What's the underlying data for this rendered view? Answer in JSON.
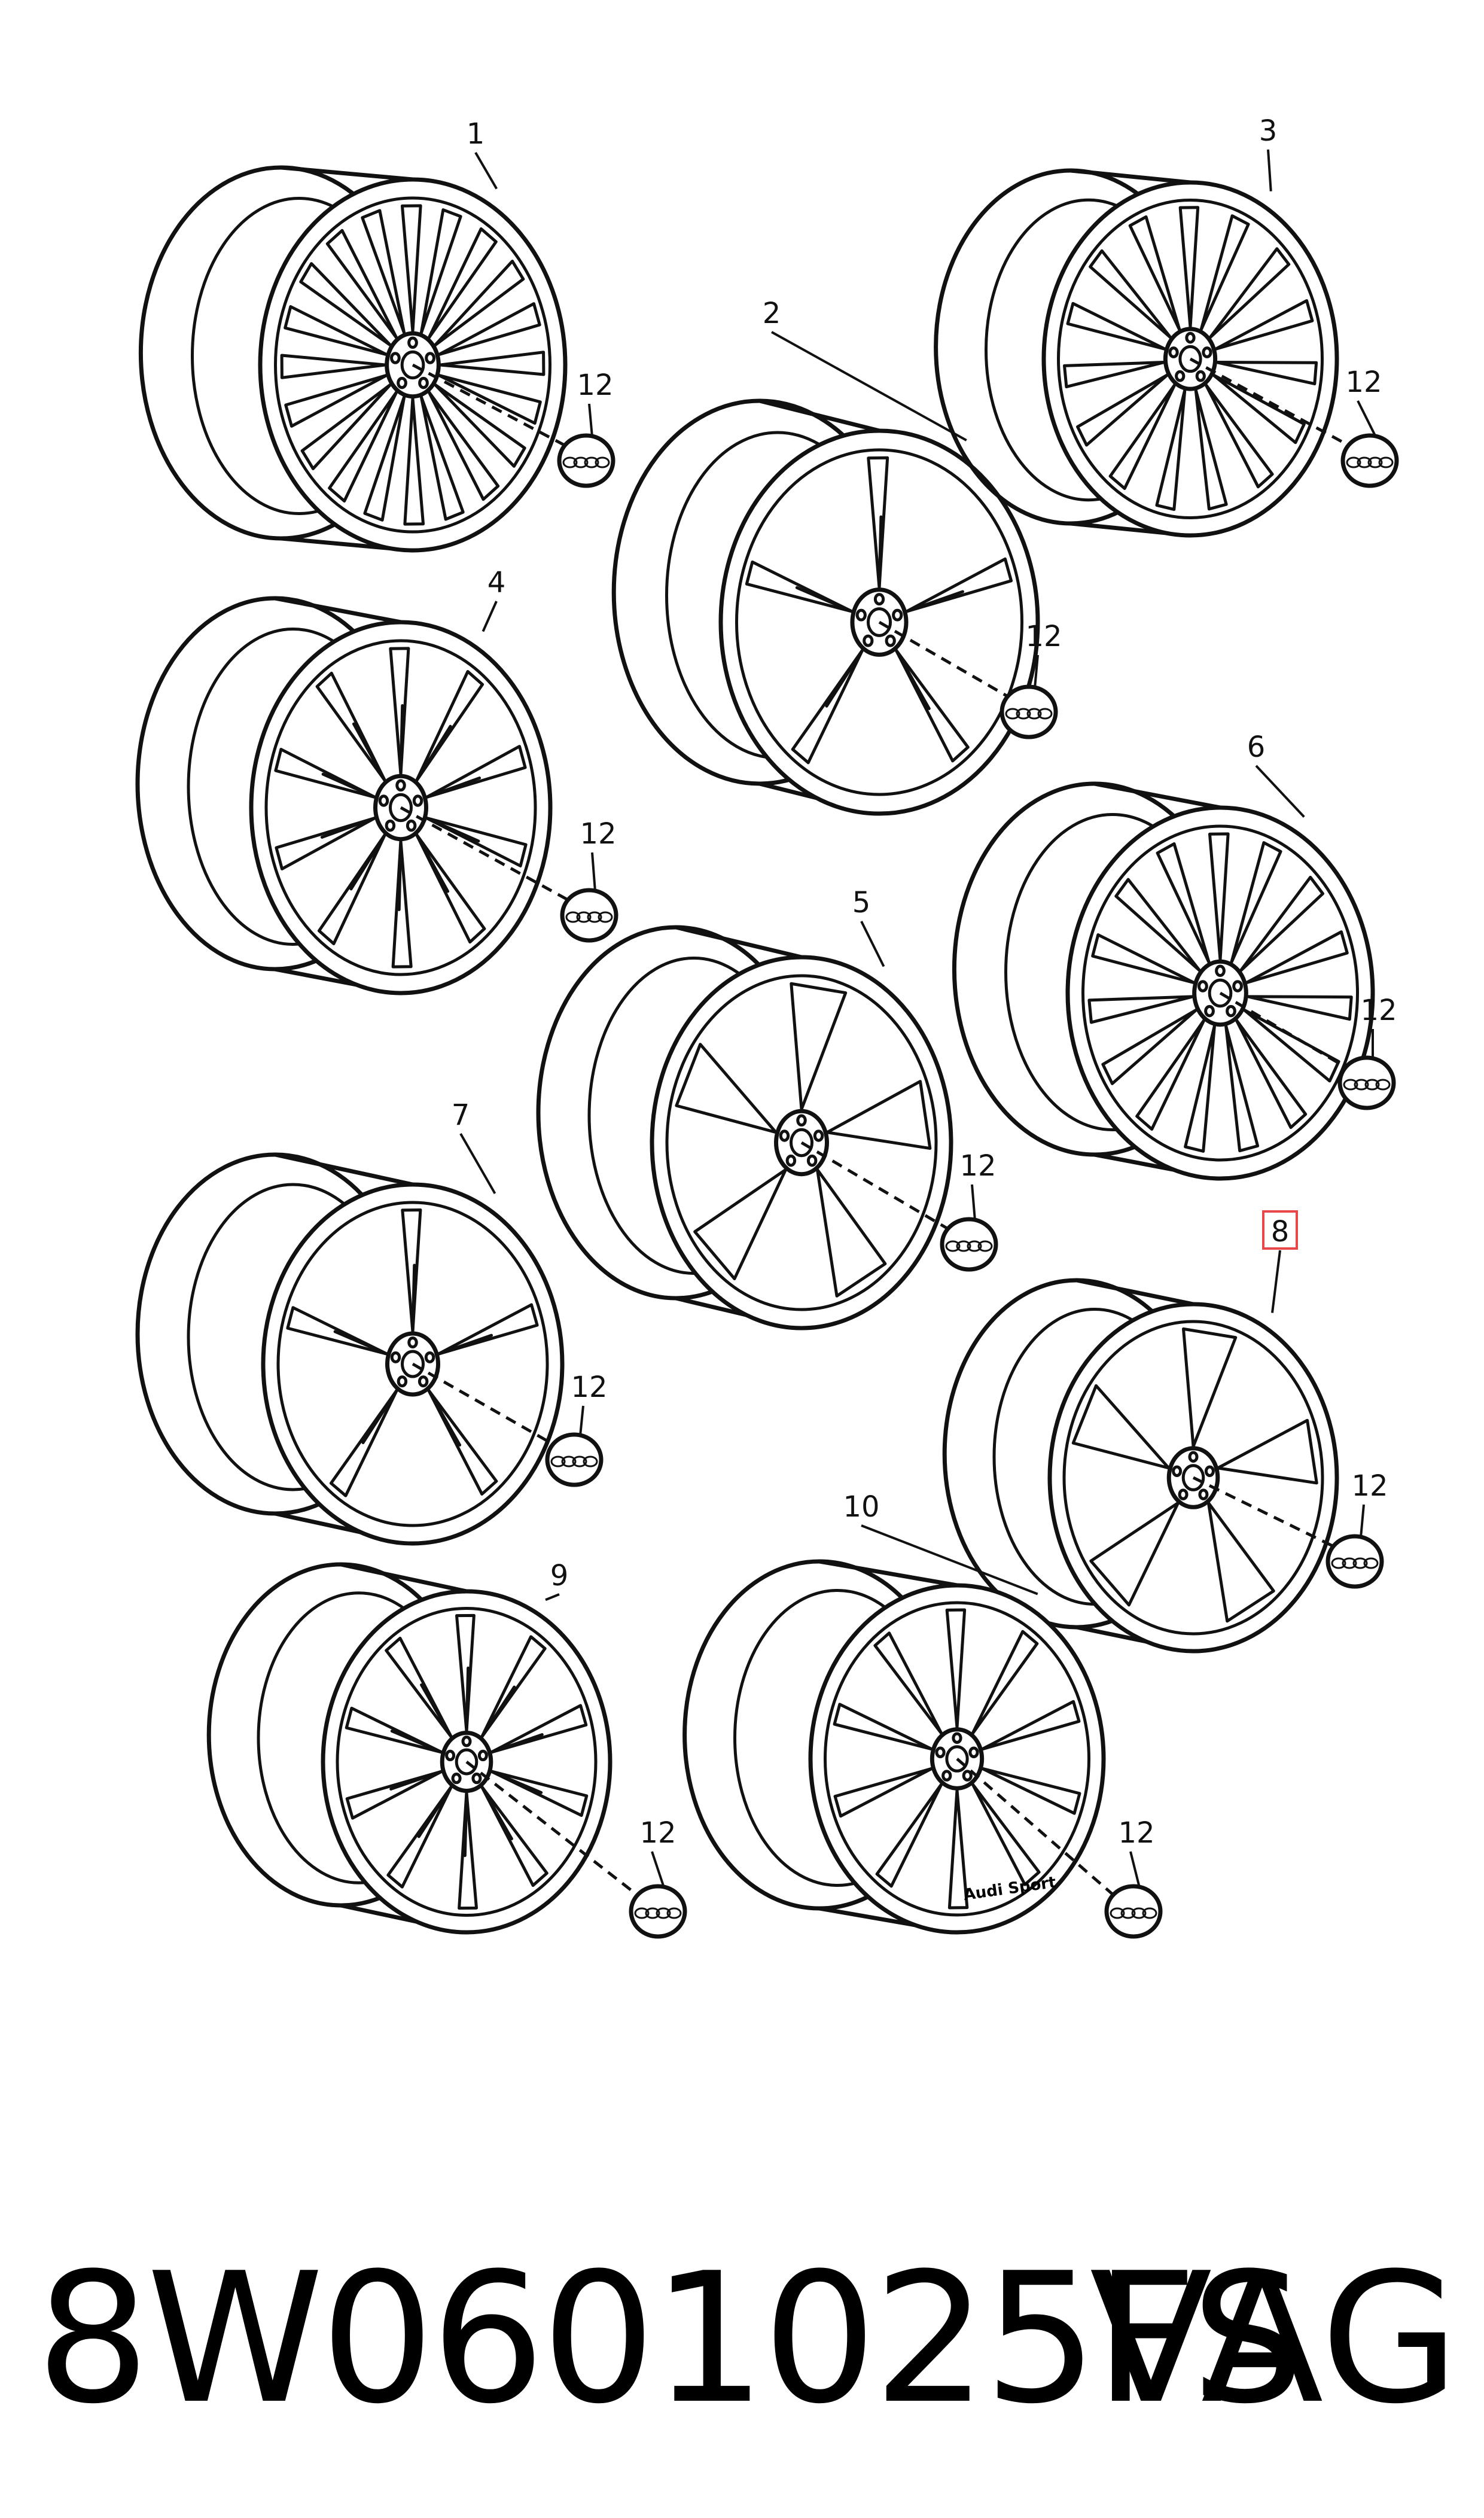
{
  "diagram": {
    "wheels": [
      {
        "callout": "1",
        "cap_callout": "12",
        "spokes": 20,
        "style": "multi-spoke",
        "highlighted": false
      },
      {
        "callout": "2",
        "cap_callout": "12",
        "spokes": 5,
        "style": "double-spoke",
        "highlighted": false
      },
      {
        "callout": "3",
        "cap_callout": "12",
        "spokes": 15,
        "style": "multi-spoke",
        "highlighted": false
      },
      {
        "callout": "4",
        "cap_callout": "12",
        "spokes": 10,
        "style": "split-spoke",
        "highlighted": false
      },
      {
        "callout": "5",
        "cap_callout": "12",
        "spokes": 5,
        "style": "rotor",
        "highlighted": false
      },
      {
        "callout": "6",
        "cap_callout": "12",
        "spokes": 15,
        "style": "multi-spoke",
        "highlighted": false
      },
      {
        "callout": "7",
        "cap_callout": "12",
        "spokes": 5,
        "style": "split-spoke",
        "highlighted": false
      },
      {
        "callout": "8",
        "cap_callout": "12",
        "spokes": 5,
        "style": "rotor",
        "highlighted": true
      },
      {
        "callout": "9",
        "cap_callout": "12",
        "spokes": 10,
        "style": "split-spoke",
        "highlighted": false
      },
      {
        "callout": "10",
        "cap_callout": "12",
        "spokes": 10,
        "style": "audi-sport",
        "highlighted": false,
        "rim_text": "Audi Sport"
      }
    ],
    "highlight_color": "#e8474a",
    "line_color": "#111111"
  },
  "footer": {
    "part_number": "8W0601025FS",
    "brand": "VAG"
  }
}
